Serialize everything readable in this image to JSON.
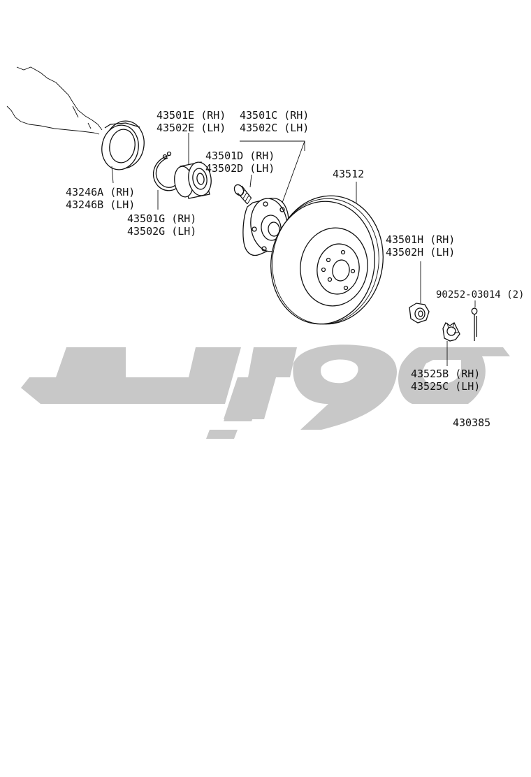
{
  "diagram_code": "430385",
  "callouts": {
    "dust_deflector": {
      "line1": "43246A (RH)",
      "line2": "43246B (LH)"
    },
    "hub_bearing": {
      "line1": "43501E (RH)",
      "line2": "43502E (LH)"
    },
    "snap_ring": {
      "line1": "43501G (RH)",
      "line2": "43502G (LH)"
    },
    "hub_assembly": {
      "line1": "43501C (RH)",
      "line2": "43502C (LH)"
    },
    "hub_bolt": {
      "line1": "43501D (RH)",
      "line2": "43502D (LH)"
    },
    "brake_disc": {
      "line1": "43512"
    },
    "hub_nut": {
      "line1": "43501H (RH)",
      "line2": "43502H (LH)"
    },
    "cotter_pin": {
      "line1": "90252-03014 (2)"
    },
    "nut_lock_cap": {
      "line1": "43525B (RH)",
      "line2": "43525C (LH)"
    }
  },
  "watermark_color": "#c8c8c8",
  "line_color": "#111111"
}
